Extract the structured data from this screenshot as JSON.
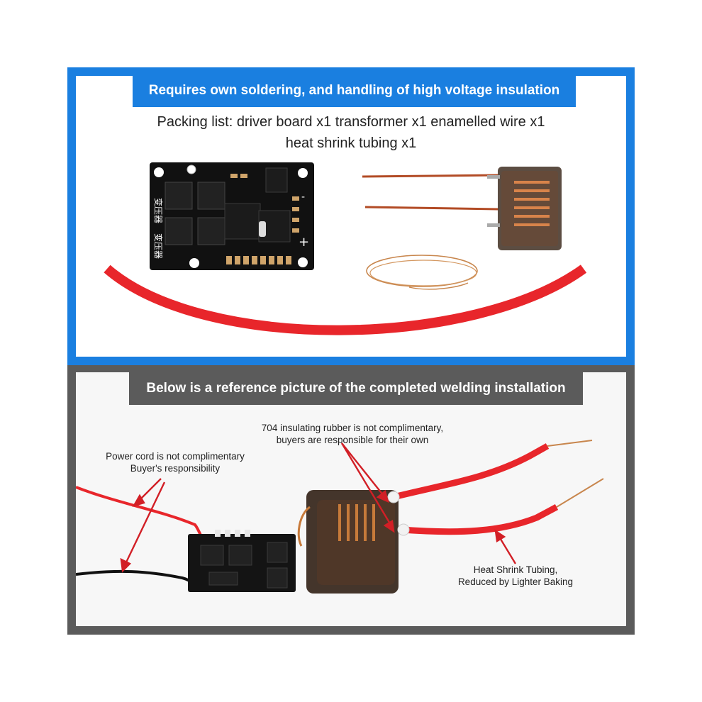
{
  "top_panel": {
    "banner": "Requires own soldering, and handling of high voltage insulation",
    "packing_line1": "Packing list: driver board x1 transformer x1 enamelled wire x1",
    "packing_line2": "heat shrink tubing x1",
    "board_silk_label": "变压器"
  },
  "bottom_panel": {
    "banner": "Below is a reference picture of the completed welding installation",
    "note_power_line1": "Power cord is not complimentary",
    "note_power_line2": "Buyer's responsibility",
    "note_rubber_line1": "704 insulating rubber is not complimentary,",
    "note_rubber_line2": "buyers are responsible for their own",
    "note_shrink_line1": "Heat Shrink Tubing,",
    "note_shrink_line2": "Reduced by Lighter Baking"
  },
  "colors": {
    "top_frame": "#1a7fe0",
    "bottom_frame": "#5b5b5b",
    "arrow": "#d21f26",
    "tubing": "#e8262b"
  }
}
